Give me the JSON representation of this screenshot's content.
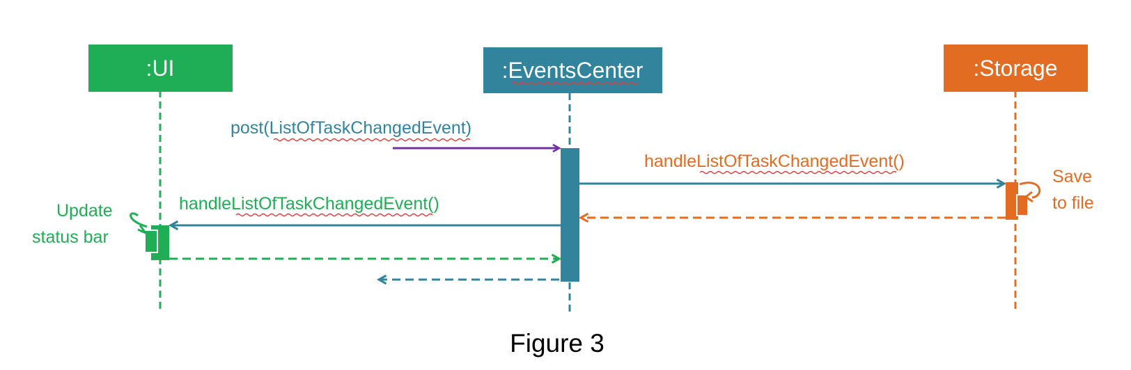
{
  "colors": {
    "ui": "#1fae55",
    "events_center": "#31849b",
    "storage": "#e36c23",
    "post_arrow": "#7030a0"
  },
  "participants": {
    "ui": {
      "label": ":UI"
    },
    "events_center": {
      "label": ":EventsCenter"
    },
    "storage": {
      "label": ":Storage"
    }
  },
  "messages": {
    "post": {
      "prefix": "post(",
      "event_name": "ListOfTaskChangedEvent",
      "suffix": ")"
    },
    "handle_storage": {
      "label": "handleListOfTaskChangedEvent()"
    },
    "handle_ui": {
      "label": "handleListOfTaskChangedEvent()"
    }
  },
  "notes": {
    "storage_self": {
      "line1": "Save",
      "line2": "to file"
    },
    "ui_self": {
      "line1": "Update",
      "line2": "status bar"
    }
  },
  "caption": "Figure 3"
}
